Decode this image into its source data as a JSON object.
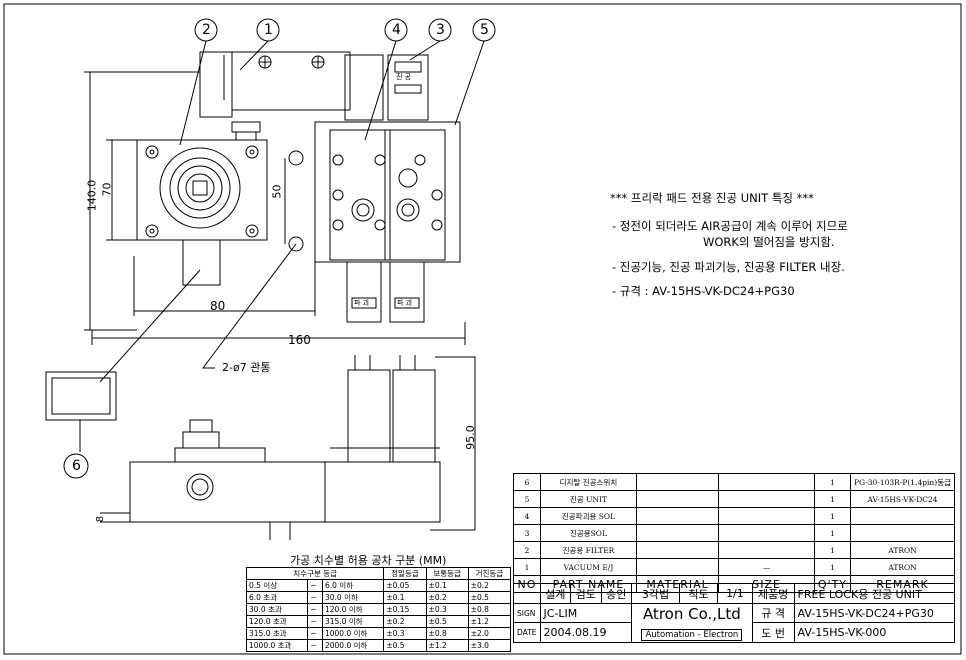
{
  "balloons": [
    "1",
    "2",
    "3",
    "4",
    "5",
    "6"
  ],
  "dimensions": {
    "height_total": "140.0",
    "height_body": "70",
    "height_pitch": "50",
    "width_half": "80",
    "width_total": "160",
    "hole_note": "2-ø7 관통",
    "side_height": "95.0",
    "base_thickness": "8"
  },
  "valve_labels": {
    "top": "진 공",
    "bottom": "파 괴"
  },
  "features": {
    "title": "*** 프리락 패드 전용 진공 UNIT 특징 ***",
    "lines": [
      "- 정전이 되더라도 AIR공급이 계속 이루어 지므로",
      "WORK의 떨어짐을 방지함.",
      "- 진공기능, 진공 파괴기능, 진공용 FILTER 내장.",
      "- 규격 : AV-15HS-VK-DC24+PG30"
    ]
  },
  "bom": {
    "rows": [
      {
        "no": "6",
        "name": "디지탈 진공스위치",
        "material": "",
        "size": "",
        "qty": "1",
        "remark": "PG-30-103R-P(1.4pin)동급"
      },
      {
        "no": "5",
        "name": "진공 UNIT",
        "material": "",
        "size": "",
        "qty": "1",
        "remark": "AV-15HS-VK-DC24"
      },
      {
        "no": "4",
        "name": "진공파괴용 SOL",
        "material": "",
        "size": "",
        "qty": "1",
        "remark": ""
      },
      {
        "no": "3",
        "name": "진공용SOL",
        "material": "",
        "size": "",
        "qty": "1",
        "remark": ""
      },
      {
        "no": "2",
        "name": "진공용 FILTER",
        "material": "",
        "size": "",
        "qty": "1",
        "remark": "ATRON"
      },
      {
        "no": "1",
        "name": "VACUUM E/J",
        "material": "",
        "size": "—",
        "qty": "1",
        "remark": "ATRON"
      }
    ],
    "header": {
      "no": "NO",
      "name": "PART NAME",
      "material": "MATERIAL",
      "size": "SIZE",
      "qty": "Q'TY",
      "remark": "REMARK"
    }
  },
  "title_block": {
    "design": "설계",
    "check": "검도",
    "approve": "승인",
    "method": "3각법",
    "scale_label": "척도",
    "scale": "1/1",
    "product_label": "제품명",
    "product": "FREE LOCK용 진공 UNIT",
    "sign_label": "SIGN",
    "signer": "JC-LIM",
    "date_label": "DATE",
    "date": "2004.08.19",
    "company": "Atron Co.,Ltd",
    "company_sub": "Automation - Electron",
    "spec_label": "규 격",
    "spec": "AV-15HS-VK-DC24+PG30",
    "drawing_label": "도 번",
    "drawing_no": "AV-15HS-VK-000"
  },
  "tolerance": {
    "title": "가공 치수별 허용 공차 구분 (MM)",
    "head": [
      "치수구분",
      "등급",
      "정밀등급",
      "보통등급",
      "거친등급"
    ],
    "rows": [
      [
        "0.5 이상",
        "~",
        "6.0 이하",
        "±0.05",
        "±0.1",
        "±0.2"
      ],
      [
        "6.0 초과",
        "~",
        "30.0 이하",
        "±0.1",
        "±0.2",
        "±0.5"
      ],
      [
        "30.0 초과",
        "~",
        "120.0 이하",
        "±0.15",
        "±0.3",
        "±0.8"
      ],
      [
        "120.0 초과",
        "~",
        "315.0 이하",
        "±0.2",
        "±0.5",
        "±1.2"
      ],
      [
        "315.0 초과",
        "~",
        "1000.0 이하",
        "±0.3",
        "±0.8",
        "±2.0"
      ],
      [
        "1000.0 초과",
        "~",
        "2000.0 이하",
        "±0.5",
        "±1.2",
        "±3.0"
      ]
    ]
  }
}
